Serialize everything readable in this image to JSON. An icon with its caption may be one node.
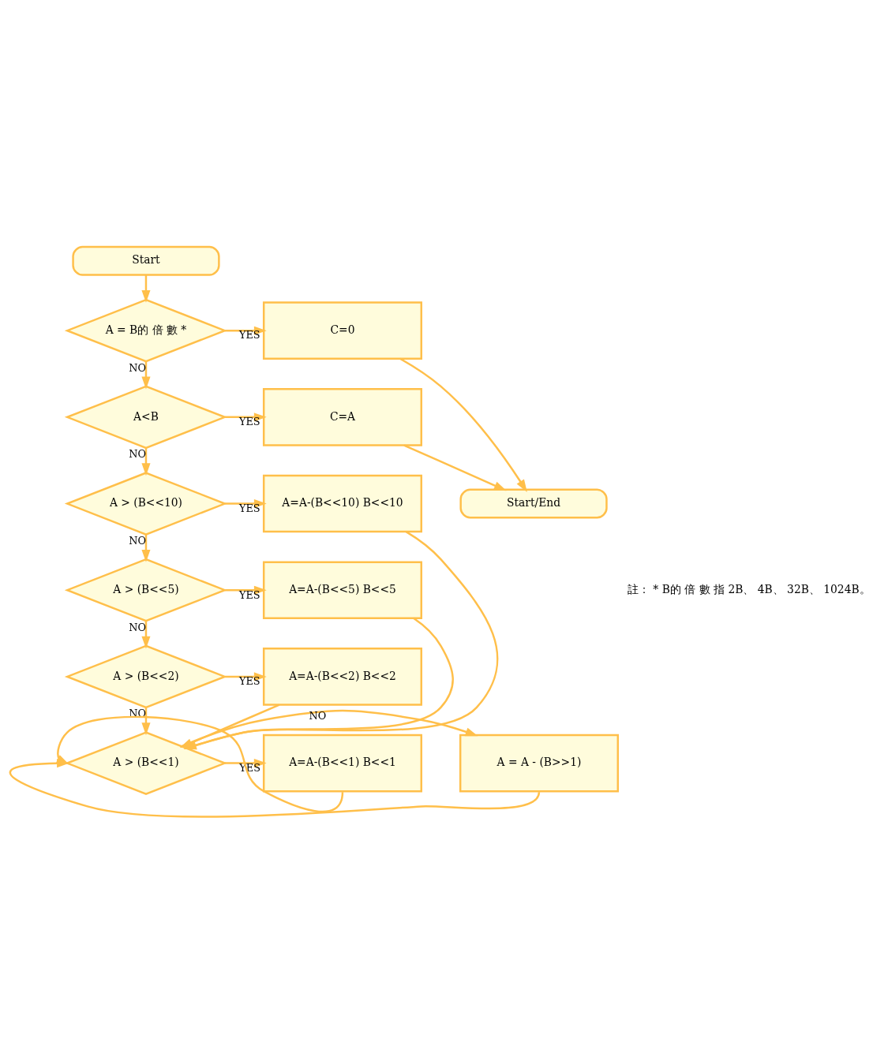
{
  "diagram": {
    "nodes": [
      {
        "text": [
          "Start"
        ]
      },
      {
        "text": [
          "A = B的 倍 數 *"
        ]
      },
      {
        "text": [
          "C=0"
        ]
      },
      {
        "text": [
          "A<B"
        ]
      },
      {
        "text": [
          "C=A"
        ]
      },
      {
        "text": [
          "A > (B<<10)"
        ]
      },
      {
        "text": [
          "A=A-(B<<10) B<<10"
        ]
      },
      {
        "text": [
          "A > (B<<5)"
        ]
      },
      {
        "text": [
          "A=A-(B<<5) B<<5"
        ]
      },
      {
        "text": [
          "A > (B<<2)"
        ]
      },
      {
        "text": [
          "A=A-(B<<2) B<<2"
        ]
      },
      {
        "text": [
          "A > (B<<1)"
        ]
      },
      {
        "text": [
          "A=A-(B<<1) B<<1"
        ]
      },
      {
        "text": [
          "A = A - (B>>1)"
        ]
      },
      {
        "text": [
          "Start/End"
        ]
      }
    ],
    "edges": [
      {
        "from": 0,
        "to": 1,
        "arrow": "to"
      },
      {
        "from": 1,
        "to": 2,
        "arrow": "to",
        "label": "YES"
      },
      {
        "from": 1,
        "to": 3,
        "arrow": "to",
        "label": "NO"
      },
      {
        "from": 3,
        "to": 4,
        "arrow": "to",
        "label": "YES"
      },
      {
        "from": 3,
        "to": 5,
        "arrow": "to",
        "label": "NO"
      },
      {
        "from": 5,
        "to": 6,
        "arrow": "to",
        "label": "YES"
      },
      {
        "from": 5,
        "to": 7,
        "arrow": "to",
        "label": "NO"
      },
      {
        "from": 7,
        "to": 8,
        "arrow": "to",
        "label": "YES"
      },
      {
        "from": 7,
        "to": 9,
        "arrow": "to",
        "label": "NO"
      },
      {
        "from": 9,
        "to": 10,
        "arrow": "to",
        "label": "YES"
      },
      {
        "from": 9,
        "to": 11,
        "arrow": "to",
        "label": "NO"
      },
      {
        "from": 11,
        "to": 12,
        "arrow": "to",
        "label": "YES"
      },
      {
        "from": 11,
        "to": 13,
        "arrow": "to",
        "label": "NO"
      },
      {
        "from": 2,
        "to": 14,
        "arrow": "to"
      },
      {
        "from": 4,
        "to": 14,
        "arrow": "to"
      },
      {
        "from": 6,
        "to": 11,
        "arrow": "to"
      },
      {
        "from": 8,
        "to": 11,
        "arrow": "to"
      },
      {
        "from": 10,
        "to": 11,
        "arrow": "to"
      },
      {
        "from": 12,
        "to": 11,
        "arrow": "to"
      },
      {
        "from": 13,
        "to": 11,
        "arrow": "to"
      }
    ],
    "labels": [
      "註： * B的 倍 數 指 2B、 4B、 32B、 1024B。"
    ]
  }
}
